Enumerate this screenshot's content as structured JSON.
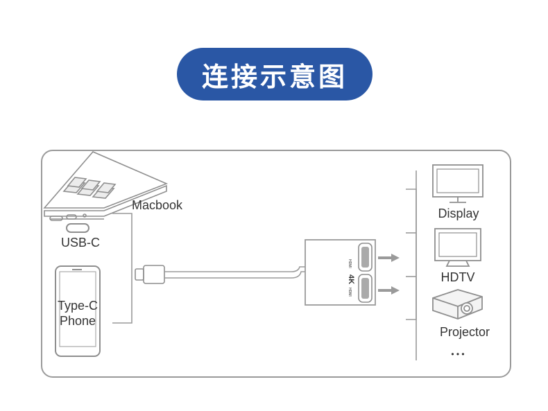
{
  "title": "连接示意图",
  "labels": {
    "macbook": "Macbook",
    "usb_c": "USB-C",
    "type_c_phone_line1": "Type-C",
    "type_c_phone_line2": "Phone",
    "adapter_badge": "4K",
    "port_label": "HDMI",
    "display": "Display",
    "hdtv": "HDTV",
    "projector": "Projector",
    "more": "• • •"
  }
}
